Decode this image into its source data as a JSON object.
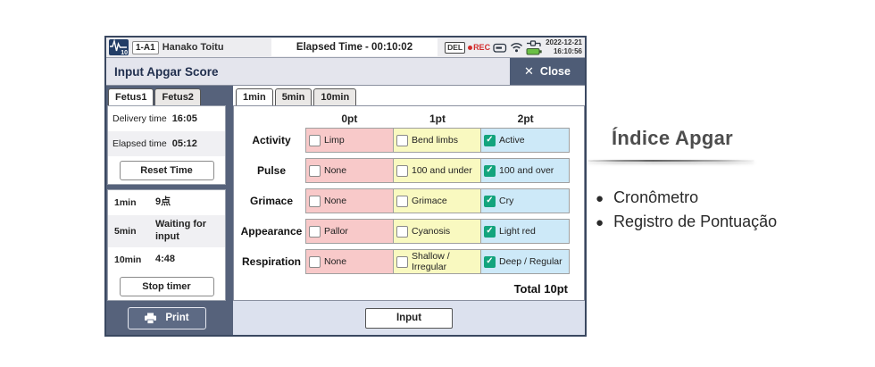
{
  "status_bar": {
    "waveform_badge": "10",
    "bed_label": "1-A1",
    "patient_name": "Hanako Toitu",
    "elapsed_display": "Elapsed Time - 00:10:02",
    "del_label": "DEL",
    "rec_label": "REC",
    "date": "2022-12-21",
    "time": "16:10:56"
  },
  "dialog": {
    "title": "Input Apgar Score",
    "close_label": "Close"
  },
  "left_panel": {
    "fetus_tabs": [
      {
        "label": "Fetus1",
        "active": true
      },
      {
        "label": "Fetus2",
        "active": false
      }
    ],
    "delivery_time_label": "Delivery time",
    "delivery_time_value": "16:05",
    "elapsed_time_label": "Elapsed time",
    "elapsed_time_value": "05:12",
    "reset_button": "Reset Time",
    "timer_rows": [
      {
        "label": "1min",
        "value": "9点"
      },
      {
        "label": "5min",
        "value": "Waiting for input"
      },
      {
        "label": "10min",
        "value": "4:48"
      }
    ],
    "stop_button": "Stop timer",
    "print_button": "Print"
  },
  "score_panel": {
    "time_tabs": [
      {
        "label": "1min",
        "active": true
      },
      {
        "label": "5min",
        "active": false
      },
      {
        "label": "10min",
        "active": false
      }
    ],
    "columns": [
      "0pt",
      "1pt",
      "2pt"
    ],
    "rows": [
      {
        "label": "Activity",
        "options": [
          "Limp",
          "Bend limbs",
          "Active"
        ],
        "checked": 2
      },
      {
        "label": "Pulse",
        "options": [
          "None",
          "100 and under",
          "100 and over"
        ],
        "checked": 2
      },
      {
        "label": "Grimace",
        "options": [
          "None",
          "Grimace",
          "Cry"
        ],
        "checked": 2
      },
      {
        "label": "Appearance",
        "options": [
          "Pallor",
          "Cyanosis",
          "Light red"
        ],
        "checked": 2
      },
      {
        "label": "Respiration",
        "options": [
          "None",
          "Shallow / Irregular",
          "Deep / Regular"
        ],
        "checked": 2
      }
    ],
    "total_label": "Total 10pt",
    "input_button": "Input"
  },
  "aside": {
    "title": "Índice Apgar",
    "bullets": [
      "Cronômetro",
      "Registro de Pontuação"
    ]
  },
  "colors": {
    "accent_green": "#13a47d",
    "score0_bg": "#f8c9c9",
    "score1_bg": "#f9f9c0",
    "score2_bg": "#cde9f8",
    "slate": "#56627b",
    "navy_text": "#22304f",
    "battery_green": "#6abf45",
    "rec_red": "#d22c2c",
    "lavender": "#dce1ee"
  }
}
